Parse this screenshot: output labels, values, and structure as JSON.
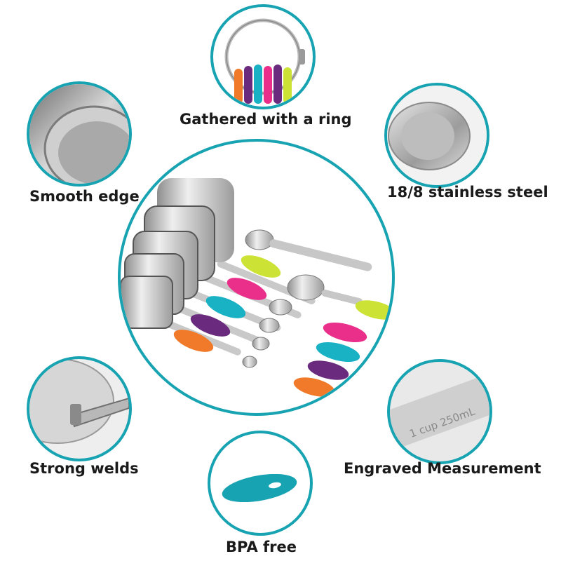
{
  "accent_color": "#17a3b1",
  "handle_colors": [
    "#f07a2a",
    "#6a2a7e",
    "#19b2c4",
    "#ea2f8a",
    "#cce234"
  ],
  "features": {
    "ring": "Gathered with a ring",
    "edge": "Smooth edge",
    "steel": "18/8 stainless steel",
    "welds": "Strong welds",
    "measurement": "Engraved Measurement",
    "bpa": "BPA free"
  },
  "engraving_text": "1 cup 250mL"
}
